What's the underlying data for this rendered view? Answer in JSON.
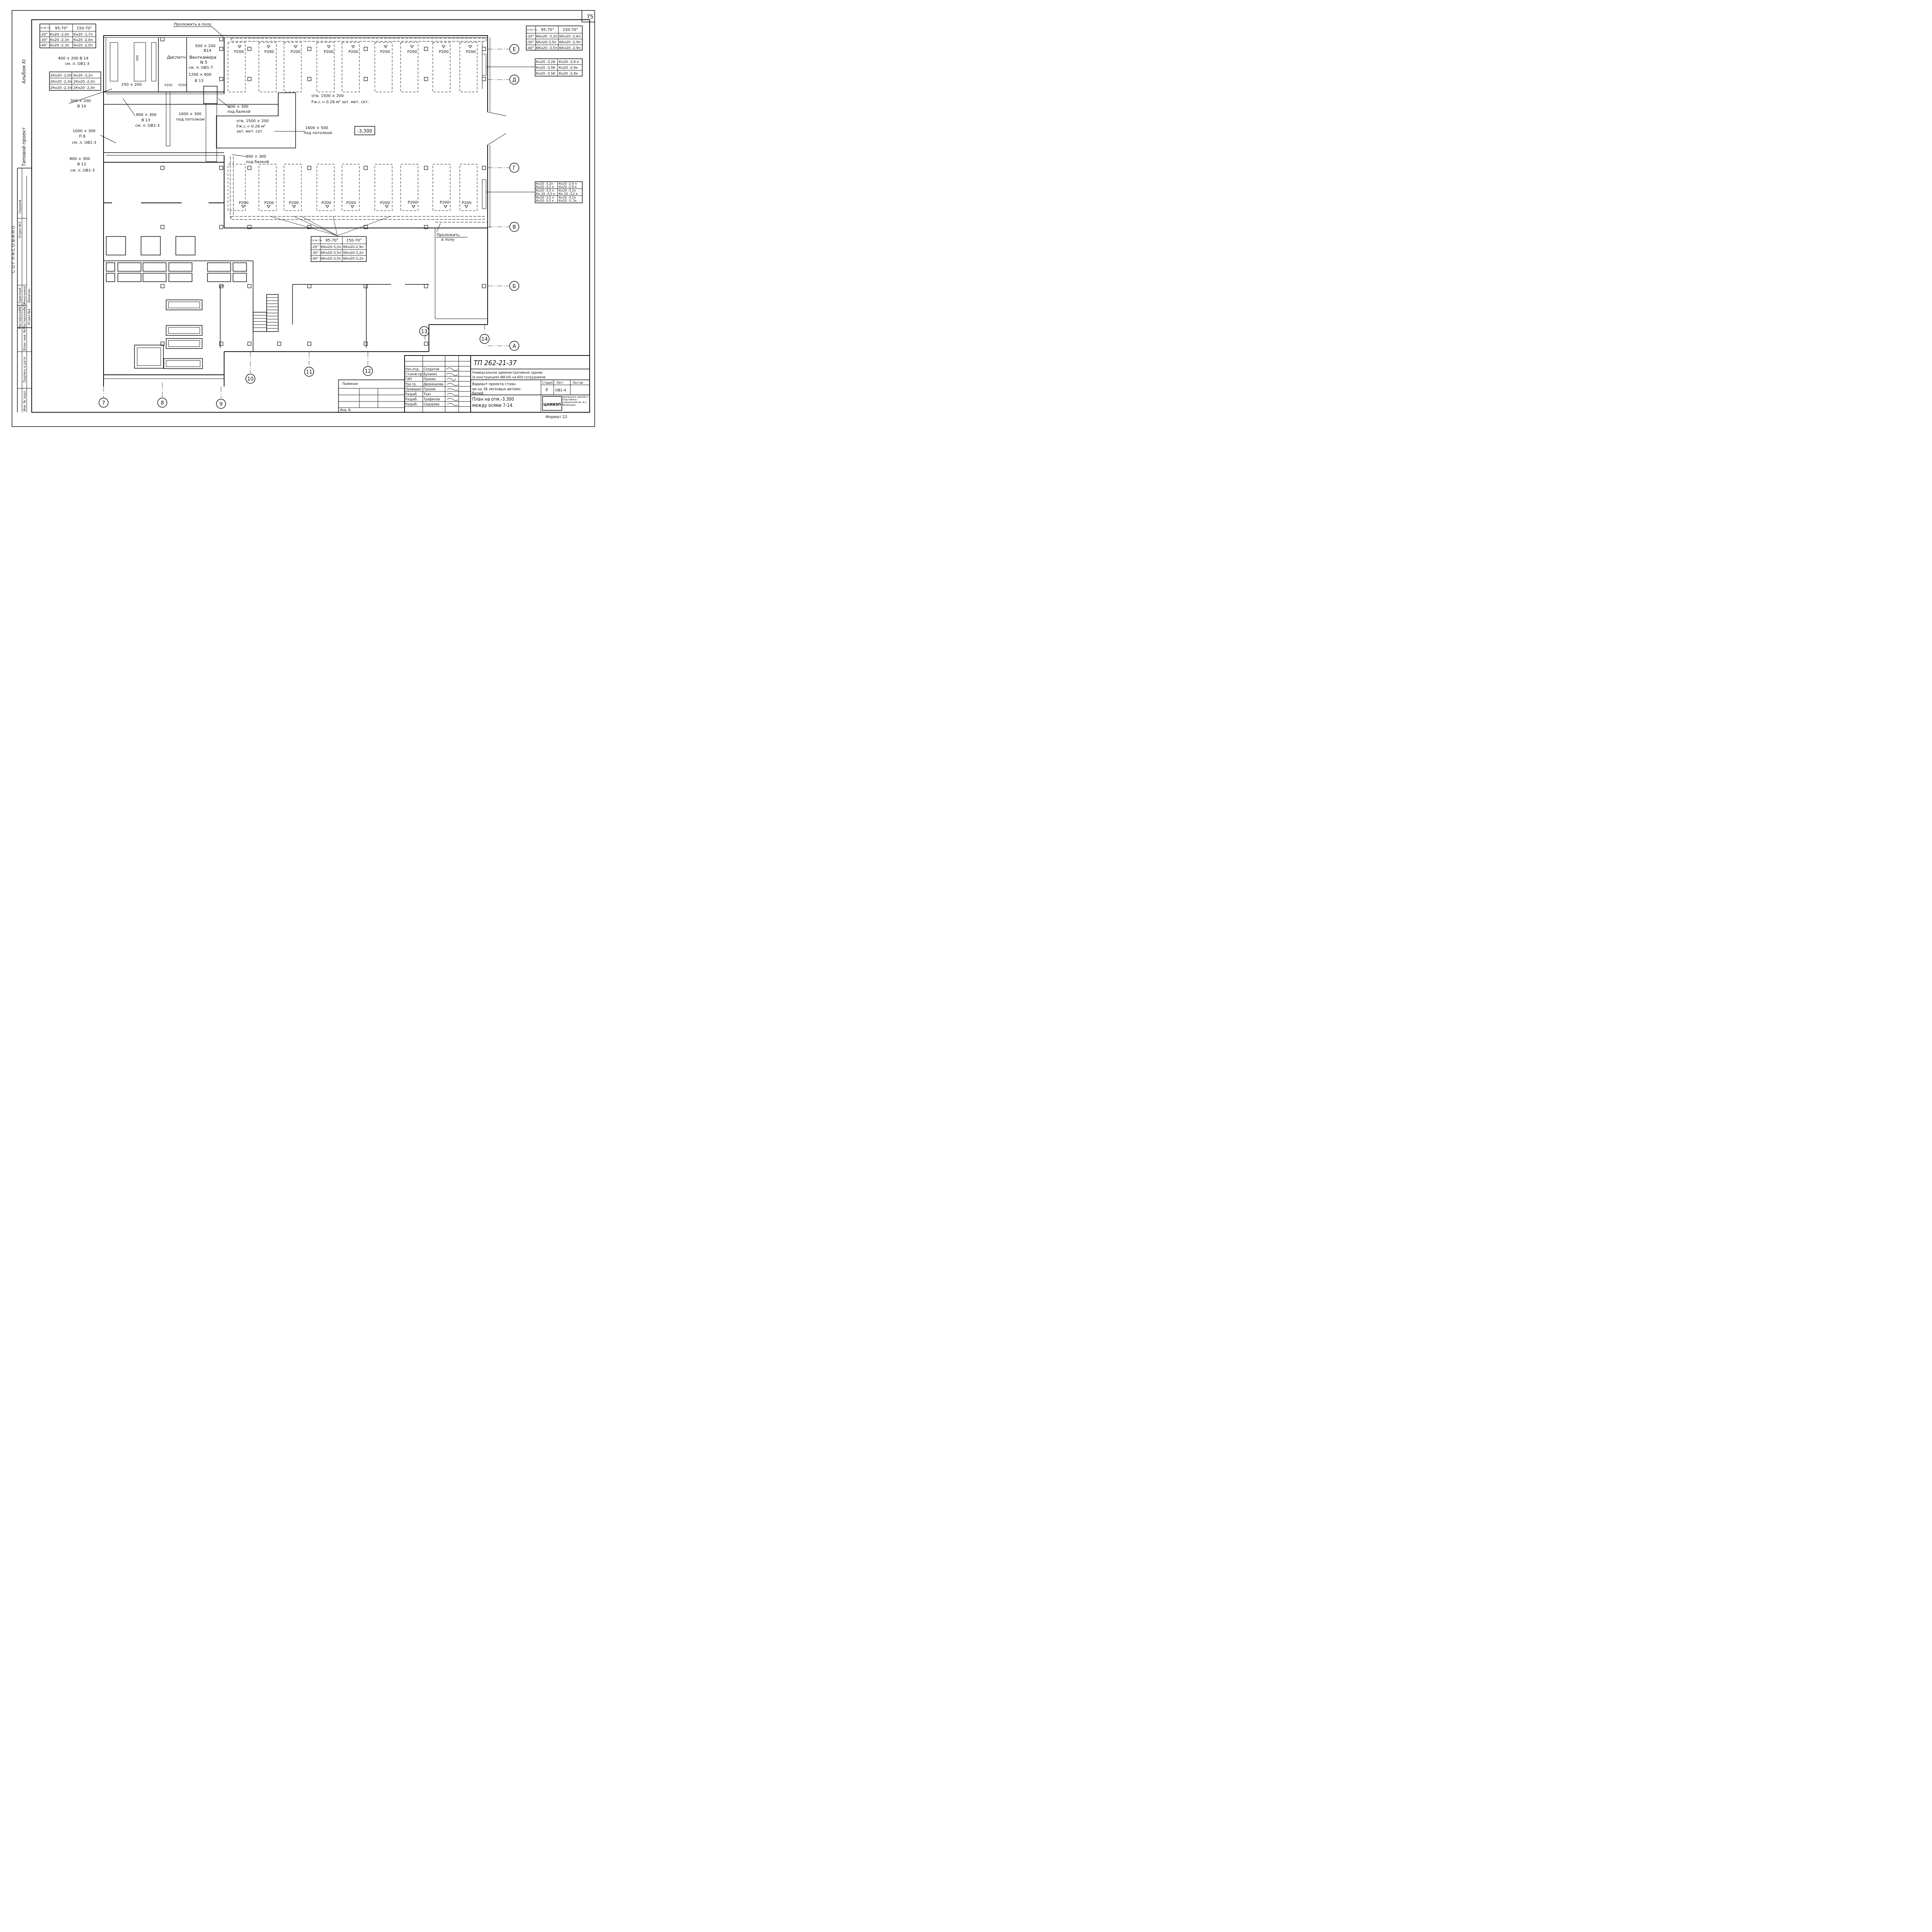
{
  "page_number": "75",
  "margin": {
    "album": "Альбом XI",
    "standard_project": "Типовой проект",
    "agreed": "С О Г Л А С О В А Н О",
    "approvals": [
      [
        "Мастерская№5",
        "Заречный"
      ],
      [
        "Мастерская№5",
        "Женочкина"
      ],
      [
        "Отдел №4",
        "Бенигин"
      ],
      [
        "Отдел №3",
        "Сидоров"
      ]
    ],
    "stamp_labels": [
      "Инв. № подл.",
      "Подпись и дата",
      "Взам. инв. №"
    ]
  },
  "tables": {
    "top_left": {
      "header": [
        "tn-tв / tн",
        "95-70°",
        "150-70°"
      ],
      "rows": [
        [
          "-20°",
          "Кн20 -2,0п",
          "Кн20 -1,7п"
        ],
        [
          "-30°",
          "Кн20 -2,3п",
          "Кн20 -2,0п"
        ],
        [
          "-40°",
          "Кн20 -2,3п",
          "Кн20 -2,0п"
        ]
      ]
    },
    "left_mid": {
      "rows": [
        [
          "2Кн20 -2,0п",
          "Кн20 -3,2п"
        ],
        [
          "2Кн20 -2,3п",
          "2Кн20 -2,0п"
        ],
        [
          "2Кн20 -2,3п",
          "2Кн20 -2,0п"
        ]
      ]
    },
    "top_right": {
      "header": [
        "tn-tв / tн",
        "95-70°",
        "150-70°"
      ],
      "rows": [
        [
          "-20°",
          "6Кн20 -3,2п",
          "6Кн20 -2,6п"
        ],
        [
          "-30°",
          "6Кн20-3,5п",
          "6Кн20 -2,9п"
        ],
        [
          "-40°",
          "6Кн20 -3,5п",
          "6Кн20 -2,9п"
        ]
      ]
    },
    "right_mid": {
      "rows": [
        [
          "Кн20 -3,2К",
          "Кн20 -2,6 к"
        ],
        [
          "Кн20 -3,5К",
          "Кн20 -2,9к"
        ],
        [
          "Кн20 -3,5К",
          "Кн20 -2,9к"
        ]
      ]
    },
    "right_low": {
      "rows": [
        [
          "Кн20 -3,2п",
          "Кн20 -2,9 п"
        ],
        [
          "Кн20 -3,2 к",
          "Кн20 -2,9 к"
        ],
        [
          "Кн20 -3,5 п",
          "Кн20 -3,2п"
        ],
        [
          "Кн 20 -3,5 к",
          "Кн 20 -3,2 к"
        ],
        [
          "Кн20 -3,5 п",
          "Кн20 -3,2п"
        ],
        [
          "Кн20 -3,5 к",
          "Кн20 -3, 2к"
        ]
      ]
    },
    "center": {
      "header": [
        "tn-tв / tн",
        "95-70°",
        "150-70°"
      ],
      "rows": [
        [
          "-20°",
          "6Кн20-3,2п",
          "6Кн20-2,9п"
        ],
        [
          "-30°",
          "6Кн20-3,5п",
          "6Кн20-3,2п"
        ],
        [
          "-40°",
          "6Кн20-3,5п",
          "6Кн20-3,2п"
        ]
      ]
    }
  },
  "labels": {
    "lay_in_floor_top": "Проложить в полу",
    "dispatch": "Диспетч",
    "vent_chamber": "Венткамера",
    "vent_no": "N 5",
    "vent_ref": "см. л. ОВ1-7",
    "d500": "500 × 200",
    "d500b": "В14",
    "d1200": "1200 × 600",
    "d1200b": "В 13",
    "d400": "400 × 200  В 14",
    "d400b": "см. л. ОВ1-3",
    "d250": "250 × 200",
    "d300": "300 × 200",
    "d300b": "В 14",
    "d800a": "800 × 300",
    "d800ab": "В 13",
    "d800ac": "см. л. ОВ1-3",
    "d1000a": "1000 × 300",
    "d1000ab": "под потолком",
    "d800b": "800 × 300",
    "d800bb": "под балкой",
    "opening1": "отв. 1500 × 200",
    "opening1b": "Fж.с.= 0.26 м²",
    "opening1c": "зат. мет. сет.",
    "opening2": "отв. 1500 × 200",
    "opening2b": "Fж.с.= 0.26 м² зат. мет. сет.",
    "d1000b": "1000 × 300",
    "d1000bb": "П 8",
    "d1000bc": "см. л. ОВ1-3",
    "d800c": "800 × 300",
    "d800cb": "В 13",
    "d800cc": "см. л. ОВ1-3",
    "d1600": "1600 × 500",
    "d1600b": "под потолком",
    "d800d": "800 × 300",
    "d800db": "под балкой",
    "elevation": "-3,300",
    "lay_in_floor_bottom": "Проложить",
    "lay_in_floor_bottom2": "в полу",
    "p200": "Р200",
    "p280": "Р280",
    "p250": "Р250",
    "r450": "450"
  },
  "axes": {
    "right": [
      "Е",
      "Д",
      "Г",
      "В",
      "Б",
      "А"
    ],
    "bottom": [
      "7",
      "8",
      "9",
      "10",
      "11",
      "12",
      "13",
      "14"
    ]
  },
  "title_block": {
    "code": "ТП 262-21-37",
    "desc1": "Универсальное административное здание",
    "desc2": "(в конструкциях ИИ-04) на 600 сотрудников",
    "desc3": "Вариант проекта стоян-",
    "desc4": "ки на 36 легковых автомо-",
    "desc5": "билей.",
    "plan1": "План на отм.-3.300",
    "plan2": "между осями 7-14.",
    "stage_header": [
      "Стадия",
      "Лист",
      "Листов"
    ],
    "stage_values": [
      "Р",
      "ОВ1-4",
      ""
    ],
    "bound": "Привязан",
    "inv": "Инв. N",
    "staff": [
      [
        "Нач.отд.",
        "Солдатов"
      ],
      [
        "Гл.инж.пр.",
        "Бухаких"
      ],
      [
        "ГИП",
        "Пукемо"
      ],
      [
        "Рук.гр.",
        "Дворецкова"
      ],
      [
        "Проверил",
        "Пукемо"
      ],
      [
        "Разраб.",
        "Ткач"
      ],
      [
        "Разраб.",
        "Трефилов"
      ],
      [
        "Разраб.",
        "Сидорова"
      ]
    ],
    "org": "ЦНИИЭП",
    "org_full": "зрелищных зданий и спортивных сооружений им. Б.С. Мезенцева",
    "format": "Формат 22"
  }
}
